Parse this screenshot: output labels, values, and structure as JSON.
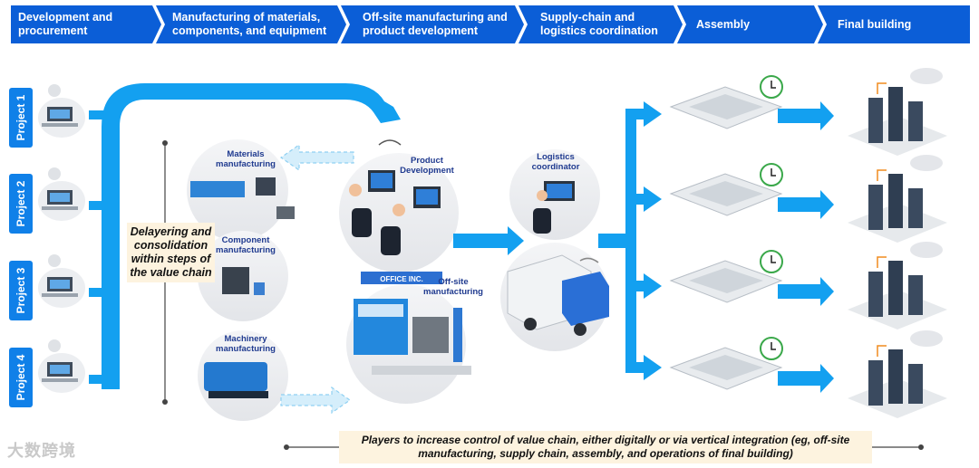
{
  "header": {
    "steps": [
      {
        "label": "Development and procurement"
      },
      {
        "label": "Manufacturing of materials, components, and equipment"
      },
      {
        "label": "Off-site manufacturing and product development"
      },
      {
        "label": "Supply-chain and logistics coordination"
      },
      {
        "label": "Assembly"
      },
      {
        "label": "Final building"
      }
    ],
    "color": "#0b5ed7"
  },
  "projects": [
    "Project 1",
    "Project 2",
    "Project 3",
    "Project 4"
  ],
  "labels": {
    "materials": "Materials manufacturing",
    "component": "Component manufacturing",
    "machinery": "Machinery manufacturing",
    "product_dev": "Product Development",
    "offsite": "Off-site manufacturing",
    "logistics": "Logistics coordinator",
    "office_sign": "OFFICE INC."
  },
  "callouts": {
    "delayering": "Delayering and consolidation within steps of the value chain",
    "players": "Players to increase control of value chain, either digitally or via vertical integration (eg, off-site manufacturing, supply chain, assembly, and operations of final building)"
  },
  "watermark": "大数跨境",
  "colors": {
    "arrow": "#13a0f0",
    "tab": "#1080e8",
    "callout_bg": "#fdf3df",
    "label": "#1f3a8f"
  }
}
